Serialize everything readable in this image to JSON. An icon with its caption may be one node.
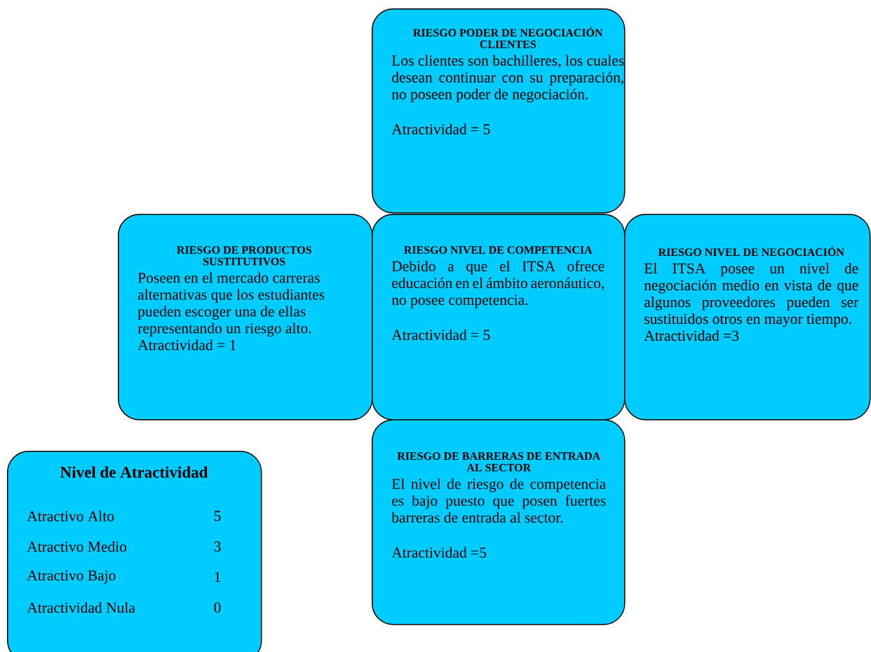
{
  "diagram": {
    "nodes": [
      {
        "text": [
          "RIESGO PODER DE NEGOCIACIÓN CLIENTES",
          "Los clientes son bachilleres, los cuales desean continuar con su preparación, no poseen poder de negociación.",
          "Atractividad  = 5"
        ]
      },
      {
        "text": [
          "RIESGO DE PRODUCTOS SUSTITUTIVOS",
          "Poseen en el mercado carreras alternativas que los estudiantes pueden escoger una de ellas representando un riesgo alto.",
          "Atractividad = 1"
        ]
      },
      {
        "text": [
          "RIESGO NIVEL DE COMPETENCIA",
          "Debido a que el ITSA ofrece educación en el ámbito aeronáutico, no posee competencia.",
          "Atractividad = 5"
        ]
      },
      {
        "text": [
          "RIESGO NIVEL DE NEGOCIACIÓN",
          "El ITSA posee un nivel de negociación medio en vista de que algunos proveedores pueden ser sustituidos otros en mayor tiempo.",
          "Atractividad =3"
        ]
      },
      {
        "text": [
          "RIESGO DE BARRERAS DE ENTRADA AL SECTOR",
          "El nivel de riesgo de competencia es bajo  puesto que posen fuertes barreras de entrada al sector.",
          "Atractividad =5"
        ]
      },
      {
        "text": [
          "Nivel de Atractividad",
          "Atractivo Alto",
          "5",
          "Atractivo Medio",
          "3",
          "Atractivo Bajo",
          "1",
          "Atractividad Nula",
          "0"
        ]
      }
    ]
  }
}
